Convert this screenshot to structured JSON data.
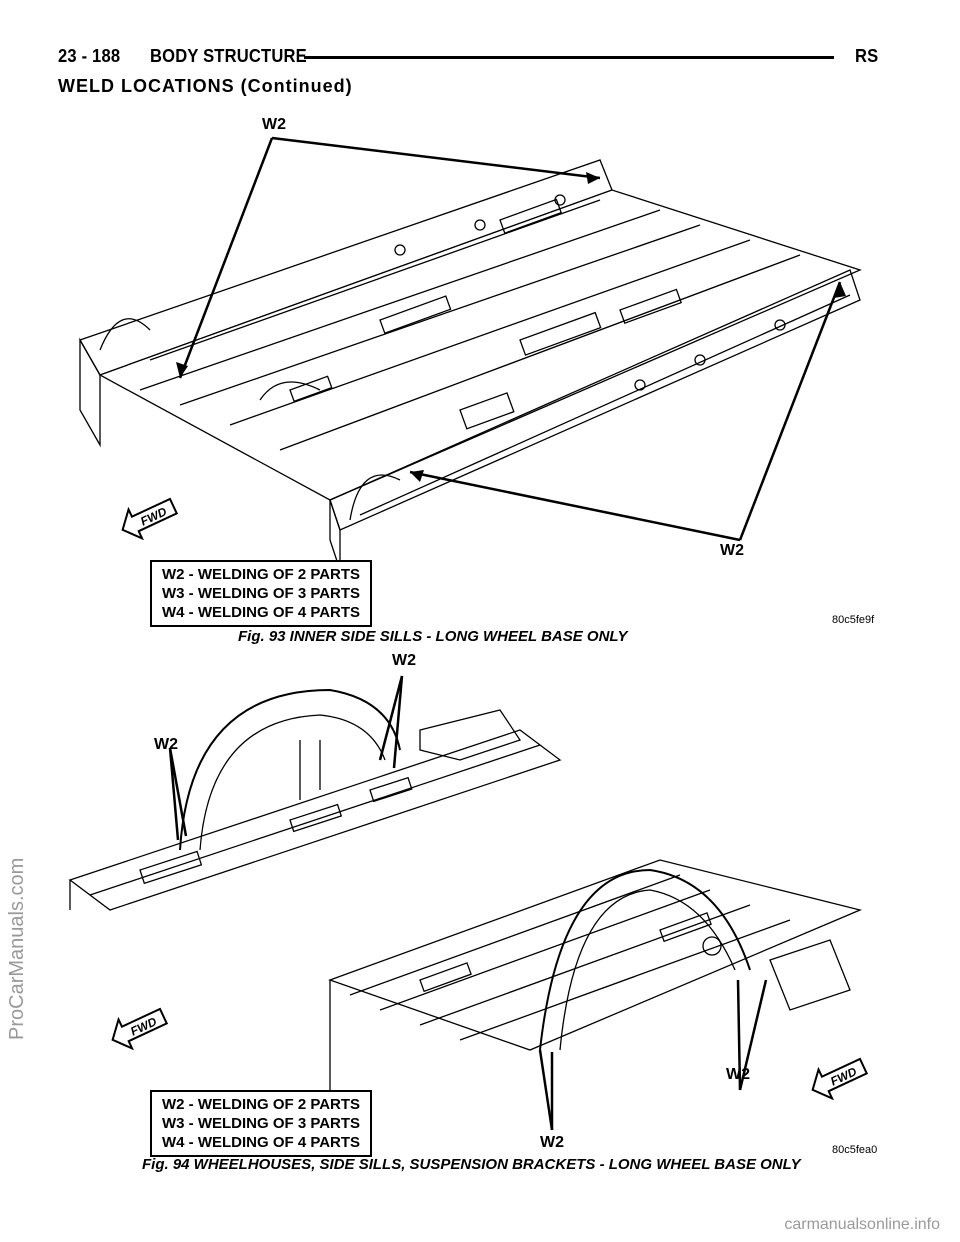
{
  "header": {
    "page_number": "23 - 188",
    "section_title": "BODY STRUCTURE",
    "code": "RS"
  },
  "subtitle": "WELD LOCATIONS (Continued)",
  "watermark": "ProCarManuals.com",
  "footer_watermark": "carmanualsonline.info",
  "figures": [
    {
      "callouts": [
        "W2",
        "W2"
      ],
      "fwd_label": "FWD",
      "legend": [
        "W2 - WELDING OF 2 PARTS",
        "W3 - WELDING OF 3 PARTS",
        "W4 - WELDING OF 4 PARTS"
      ],
      "image_code": "80c5fe9f",
      "caption": "Fig. 93 INNER SIDE SILLS - LONG WHEEL BASE ONLY"
    },
    {
      "callouts": [
        "W2",
        "W2",
        "W2",
        "W2"
      ],
      "fwd_label": "FWD",
      "legend": [
        "W2 - WELDING OF 2 PARTS",
        "W3 - WELDING OF 3 PARTS",
        "W4 - WELDING OF 4 PARTS"
      ],
      "image_code": "80c5fea0",
      "caption": "Fig. 94 WHEELHOUSES, SIDE SILLS, SUSPENSION BRACKETS - LONG WHEEL BASE ONLY"
    }
  ]
}
